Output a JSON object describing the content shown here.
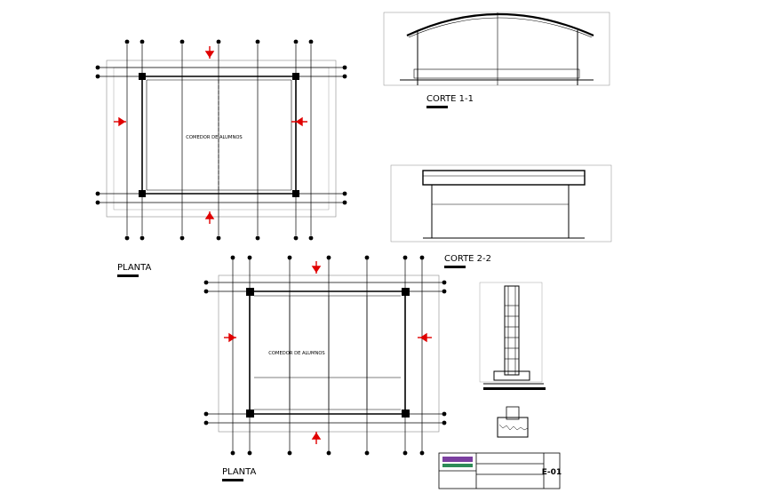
{
  "drawing": {
    "plan_top": {
      "title": "PLANTA",
      "room_label": "COMEDOR DE ALUMNOS"
    },
    "plan_bottom": {
      "title": "PLANTA",
      "room_label": "COMEDOR DE ALUMNOS"
    },
    "section_1": {
      "title": "CORTE 1-1"
    },
    "section_2": {
      "title": "CORTE 2-2"
    },
    "title_block": {
      "sheet_number": "E-01"
    },
    "colors": {
      "line": "#000000",
      "section_marker": "#e00000",
      "accent_green": "#2e8b57",
      "accent_purple": "#7b3fa0",
      "dimension_gray": "#8a8a8a"
    }
  }
}
